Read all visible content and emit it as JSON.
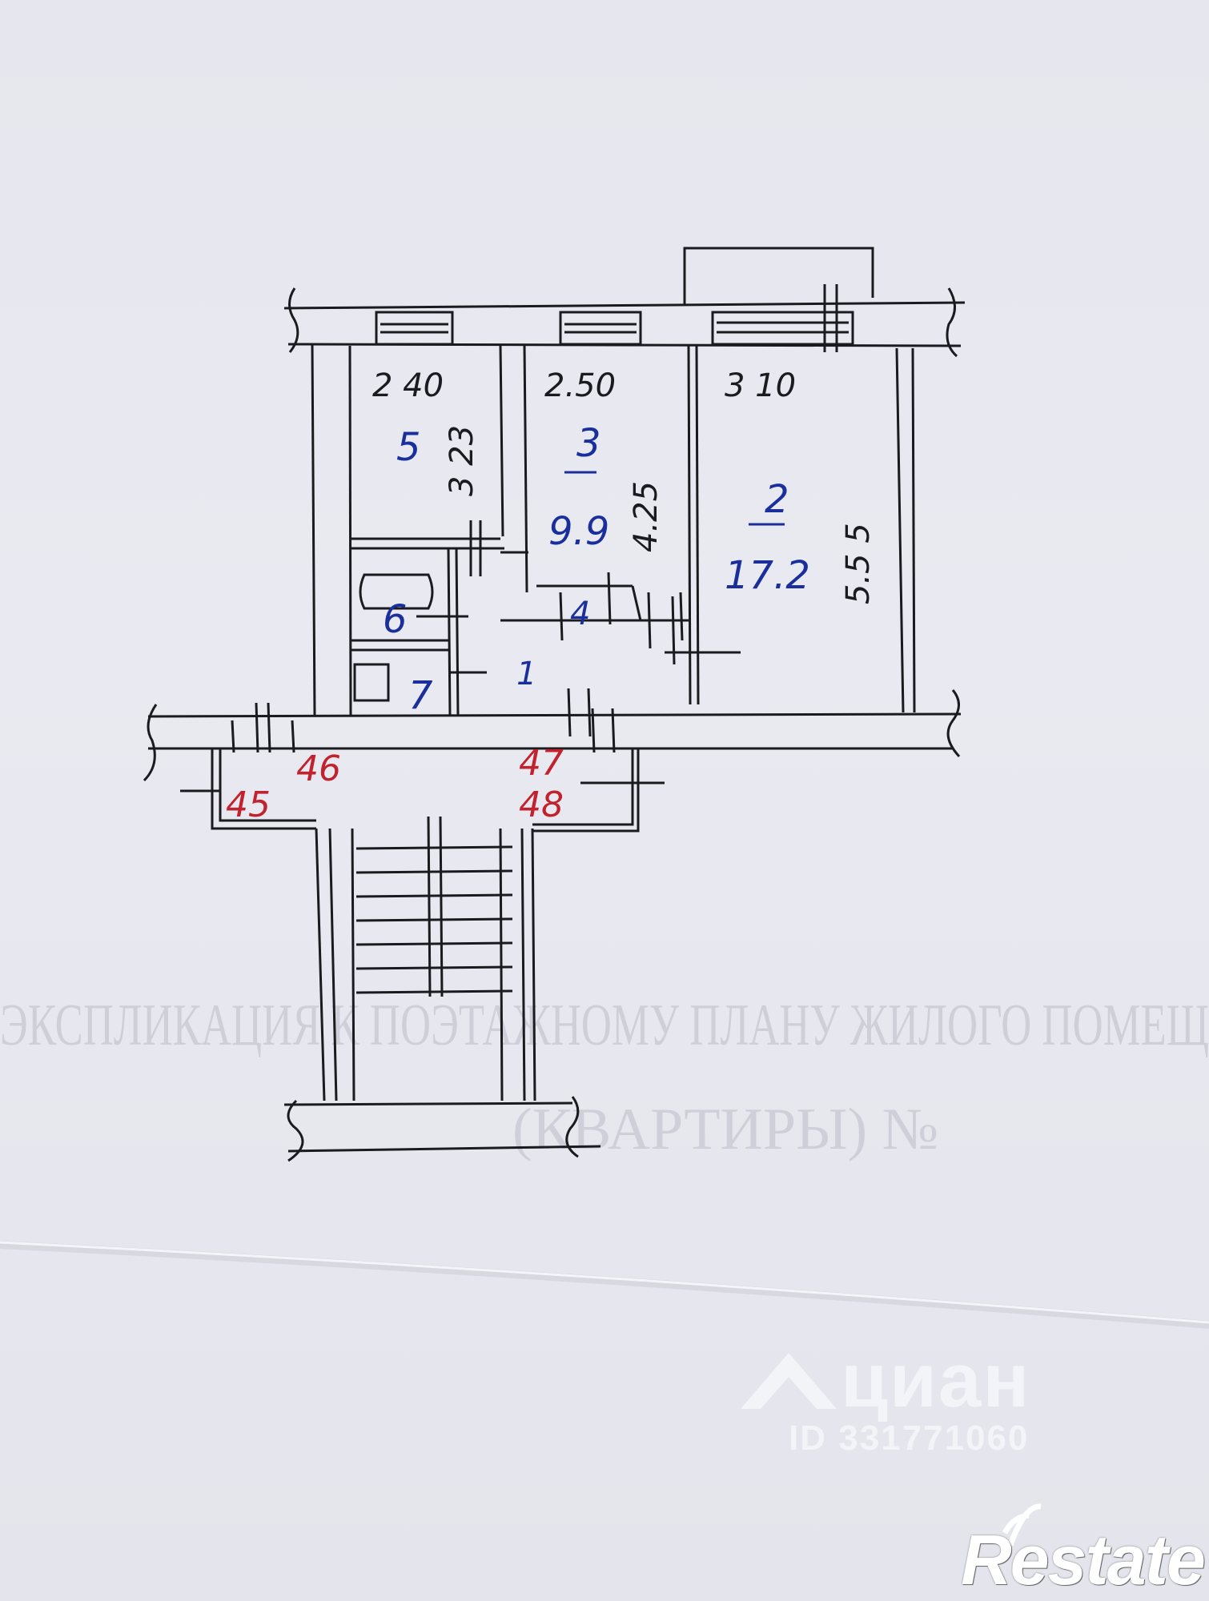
{
  "plan": {
    "top_dimensions": [
      "2 40",
      "2.50",
      "3 10"
    ],
    "side_dimensions": [
      "3 23",
      "4.25",
      "5.5 5"
    ],
    "rooms": [
      {
        "number": "5",
        "area": ""
      },
      {
        "number": "3",
        "area": "9.9"
      },
      {
        "number": "2",
        "area": "17.2"
      },
      {
        "number": "4",
        "area": ""
      },
      {
        "number": "6",
        "area": ""
      },
      {
        "number": "7",
        "area": ""
      },
      {
        "number": "1",
        "area": ""
      }
    ],
    "neighbor_numbers": [
      "46",
      "47",
      "45",
      "48"
    ]
  },
  "background_text": {
    "line1": "ЭКСПЛИКАЦИЯ К ПОЭТАЖНОМУ ПЛАНУ ЖИЛОГО ПОМЕЩ",
    "line2": "(КВАРТИРЫ) №"
  },
  "watermark": {
    "name": "циан",
    "id_text": "ID 331771060",
    "brand": "Restate"
  },
  "colors": {
    "ink_black": "#1a1a1f",
    "ink_blue": "#1b2f9c",
    "ink_red": "#c2222e",
    "paper": "#e6e7ee"
  }
}
